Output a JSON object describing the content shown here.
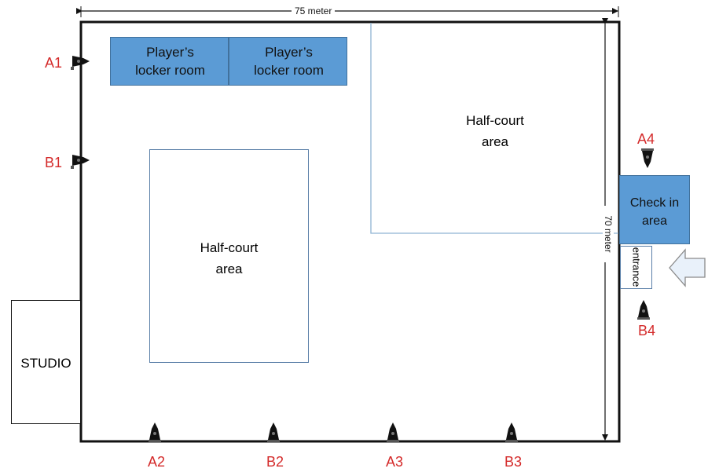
{
  "dimensions": {
    "width_label": "75 meter",
    "height_label": "70 meter"
  },
  "rooms": {
    "locker_left": {
      "line1": "Player’s",
      "line2": "locker room"
    },
    "locker_right": {
      "line1": "Player’s",
      "line2": "locker room"
    },
    "half_court_top": {
      "line1": "Half-court",
      "line2": "area"
    },
    "half_court_left": {
      "line1": "Half-court",
      "line2": "area"
    },
    "check_in": {
      "line1": "Check in",
      "line2": "area"
    },
    "entrance": "entrance",
    "studio": "STUDIO"
  },
  "cameras": [
    {
      "id": "a1",
      "label": "A1"
    },
    {
      "id": "b1",
      "label": "B1"
    },
    {
      "id": "a2",
      "label": "A2"
    },
    {
      "id": "b2",
      "label": "B2"
    },
    {
      "id": "a3",
      "label": "A3"
    },
    {
      "id": "b3",
      "label": "B3"
    },
    {
      "id": "a4",
      "label": "A4"
    },
    {
      "id": "b4",
      "label": "B4"
    }
  ],
  "colors": {
    "room_fill": "#5b9bd5",
    "camera_label": "#d42a2a",
    "outline": "#5a7fa8"
  }
}
